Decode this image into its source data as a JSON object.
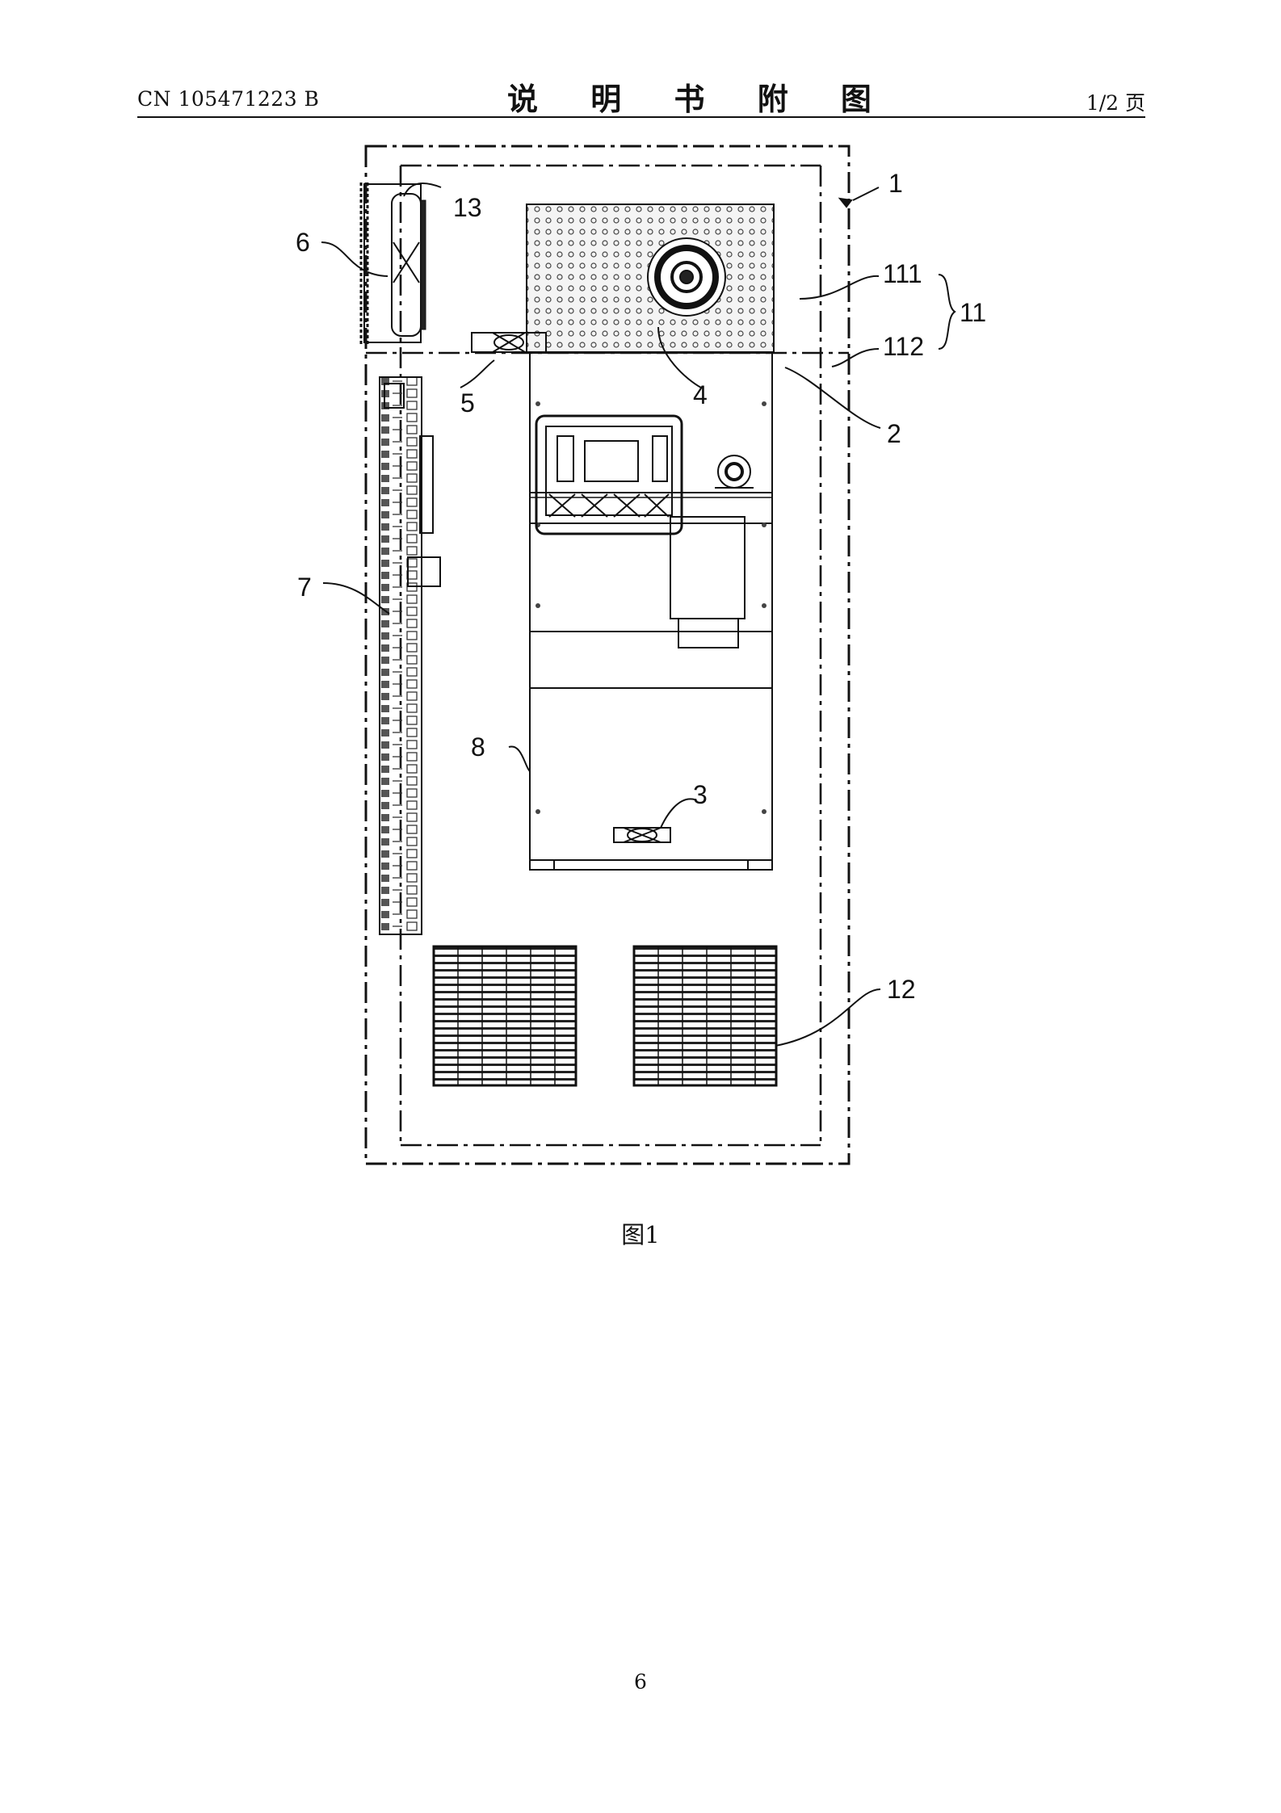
{
  "header": {
    "patent_number": "CN 105471223 B",
    "section_title": "说 明 书 附 图",
    "page_of": "1/2 页"
  },
  "figure": {
    "caption": "图1",
    "labels": {
      "l1": "1",
      "l13": "13",
      "l6": "6",
      "l111": "111",
      "l11": "11",
      "l112": "112",
      "l5": "5",
      "l4": "4",
      "l2": "2",
      "l7": "7",
      "l8": "8",
      "l3": "3",
      "l12": "12"
    }
  },
  "footer": {
    "page_number": "6"
  }
}
